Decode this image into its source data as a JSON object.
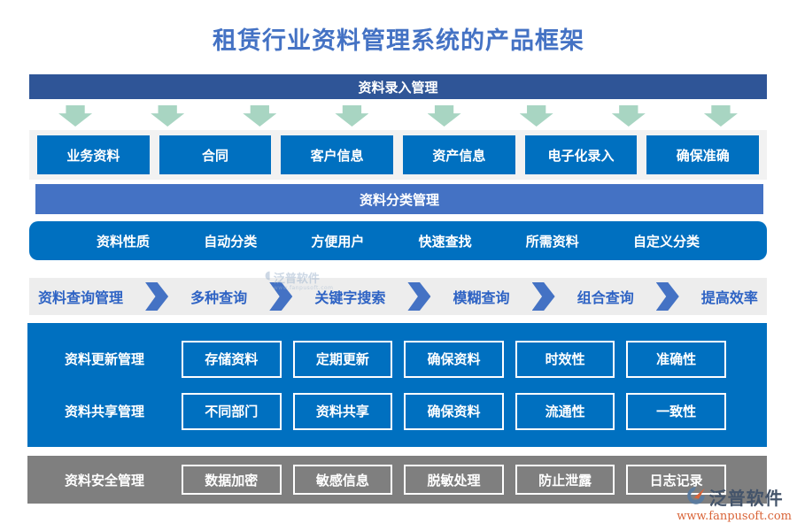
{
  "title": "租赁行业资料管理系统的产品框架",
  "entry": {
    "banner": "资料录入管理",
    "buttons": [
      "业务资料",
      "合同",
      "客户信息",
      "资产信息",
      "电子化录入",
      "确保准确"
    ]
  },
  "classify": {
    "banner": "资料分类管理",
    "items": [
      "资料性质",
      "自动分类",
      "方便用户",
      "快速查找",
      "所需资料",
      "自定义分类"
    ]
  },
  "query": {
    "steps": [
      "资料查询管理",
      "多种查询",
      "关键字搜索",
      "模糊查询",
      "组合查询",
      "提高效率"
    ]
  },
  "update_row": {
    "label": "资料更新管理",
    "boxes": [
      "存储资料",
      "定期更新",
      "确保资料",
      "时效性",
      "准确性"
    ]
  },
  "share_row": {
    "label": "资料共享管理",
    "boxes": [
      "不同部门",
      "资料共享",
      "确保资料",
      "流通性",
      "一致性"
    ]
  },
  "security_row": {
    "label": "资料安全管理",
    "boxes": [
      "数据加密",
      "敏感信息",
      "脱敏处理",
      "防止泄露",
      "日志记录"
    ]
  },
  "watermark": {
    "text": "泛普软件",
    "subtext": "www.fanpusoft.com"
  },
  "brand": {
    "name": "泛普软件",
    "url": "www.fanpusoft.com"
  },
  "colors": {
    "title_blue": "#4472C4",
    "dark_banner_blue": "#2F5597",
    "mid_banner_blue": "#4472C4",
    "bright_blue": "#0070C0",
    "arrow_mint": "#A8D5C2",
    "backdrop_gray": "#F2F2F2",
    "query_bar_gray": "#EDEDED",
    "security_gray": "#7F7F7F",
    "query_text_blue": "#2E63C4",
    "brand_navy": "#44546A",
    "brand_orange": "#D96438"
  }
}
